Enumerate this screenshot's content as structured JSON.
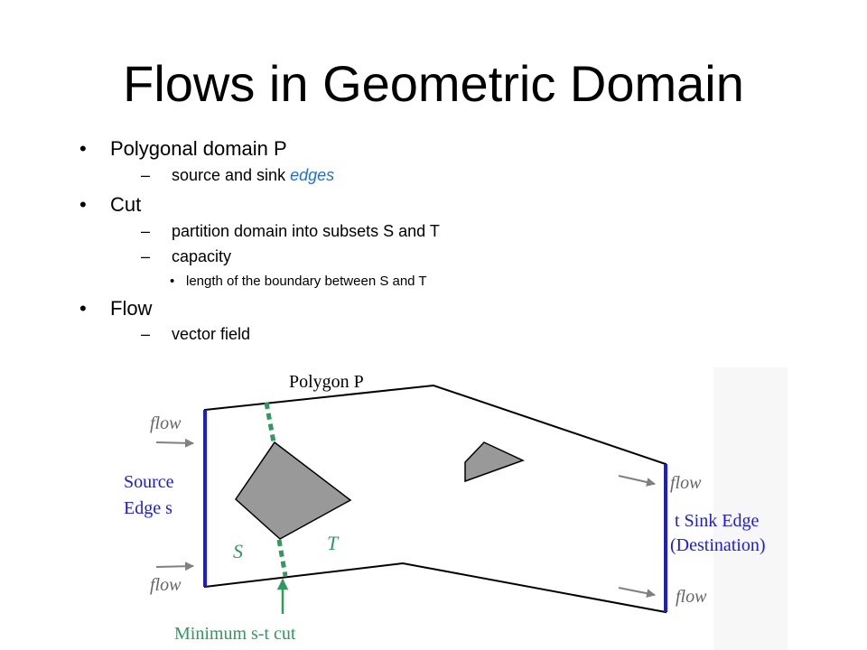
{
  "slide": {
    "title": "Flows in Geometric Domain",
    "bullets": [
      {
        "level": 1,
        "text": "Polygonal domain P"
      },
      {
        "level": 2,
        "text": "source and sink ",
        "emphasis": "edges"
      },
      {
        "level": 1,
        "text": "Cut"
      },
      {
        "level": 2,
        "text": "partition domain into subsets S and T"
      },
      {
        "level": 2,
        "text": "capacity"
      },
      {
        "level": 3,
        "text": "length of the boundary between S and T"
      },
      {
        "level": 1,
        "text": "Flow"
      },
      {
        "level": 2,
        "text": "vector field"
      }
    ],
    "markers": {
      "level1": "•",
      "level2": "–",
      "level3": "•"
    }
  },
  "diagram": {
    "polygon_label": "Polygon P",
    "flow_label": "flow",
    "source_label_line1": "Source",
    "source_label_line2": "Edge s",
    "sink_label_line1": "t Sink Edge",
    "sink_label_line2": "(Destination)",
    "region_s": "S",
    "region_t": "T",
    "cut_label": "Minimum s-t cut",
    "colors": {
      "edge_blue": "#1a1ae6",
      "cut_green": "#2e9a5e",
      "label_blue": "#1a1ae6",
      "label_green": "#2e9a5e",
      "obstacle_gray": "#999999",
      "arrow_gray": "#808080"
    }
  }
}
